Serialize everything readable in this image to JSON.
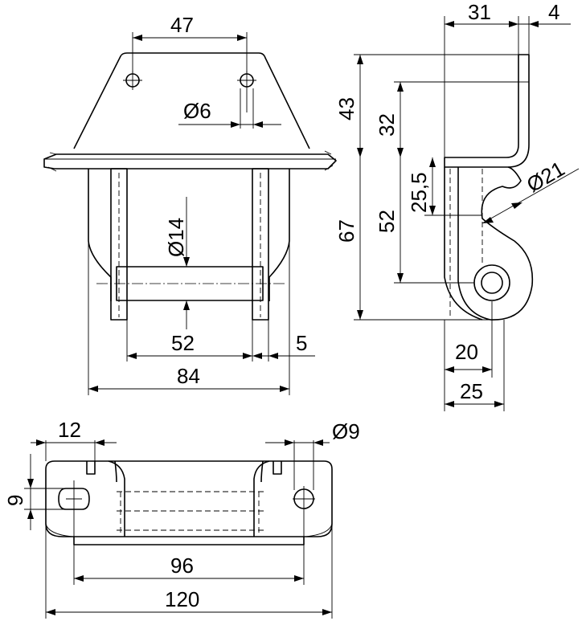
{
  "dimensions": {
    "front_width_top": "47",
    "front_hole_dia": "Ø6",
    "front_pin_dia": "Ø14",
    "front_inner_width": "52",
    "front_plate_thickness": "5",
    "front_overall_width": "84",
    "side_depth": "31",
    "side_thickness": "4",
    "side_upper_height": "43",
    "side_hole_height": "32",
    "side_eye_offset": "25,5",
    "side_eye_dia": "Ø21",
    "side_lower_height": "67",
    "side_pivot_height": "52",
    "side_pivot_offset": "20",
    "side_total_depth": "25",
    "plan_edge_to_hole": "12",
    "plan_slot_width": "9",
    "plan_hole_dia": "Ø9",
    "plan_hole_spacing": "96",
    "plan_overall_length": "120"
  },
  "colors": {
    "line": "#000000",
    "background": "#ffffff"
  }
}
